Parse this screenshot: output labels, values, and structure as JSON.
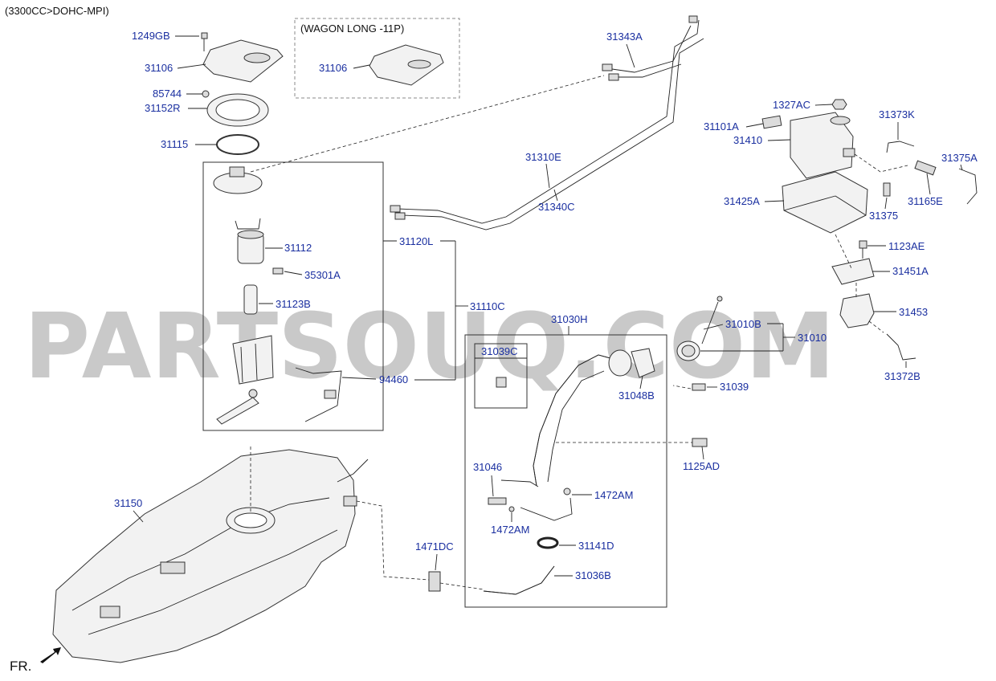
{
  "header": {
    "engine": "(3300CC>DOHC-MPI)"
  },
  "watermark": "PARTSOUQ.COM",
  "direction": {
    "label": "FR."
  },
  "wagon_box": {
    "title": "(WAGON LONG -11P)",
    "part": "31106"
  },
  "sub_box": {
    "label": "31039C"
  },
  "parts": {
    "p1249GB": "1249GB",
    "p31106": "31106",
    "p85744": "85744",
    "p31152R": "31152R",
    "p31115": "31115",
    "p31112": "31112",
    "p35301A": "35301A",
    "p31123B": "31123B",
    "p31120L": "31120L",
    "p31110C": "31110C",
    "p94460": "94460",
    "p31150": "31150",
    "p31343A": "31343A",
    "p31310E": "31310E",
    "p31340C": "31340C",
    "p1327AC": "1327AC",
    "p31101A": "31101A",
    "p31410": "31410",
    "p31373K": "31373K",
    "p31375A": "31375A",
    "p31425A": "31425A",
    "p31375": "31375",
    "p31165E": "31165E",
    "p1123AE": "1123AE",
    "p31451A": "31451A",
    "p31453": "31453",
    "p31372B": "31372B",
    "p31010B": "31010B",
    "p31010": "31010",
    "p31030H": "31030H",
    "p31048B": "31048B",
    "p31039": "31039",
    "p1125AD": "1125AD",
    "p31046": "31046",
    "p1472AM_a": "1472AM",
    "p1472AM_b": "1472AM",
    "p31141D": "31141D",
    "p1471DC": "1471DC",
    "p31036B": "31036B"
  }
}
